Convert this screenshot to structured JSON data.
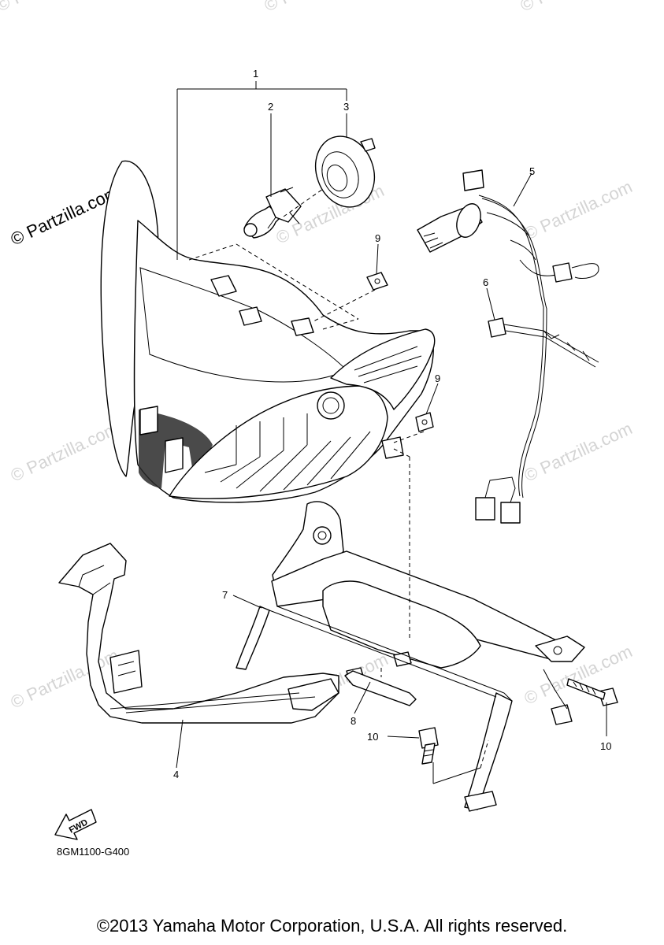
{
  "watermark": {
    "text": "© Partzilla.com"
  },
  "diagram_code": "8GM1100-G400",
  "fwd_label": "FWD",
  "callouts": {
    "c1": "1",
    "c2": "2",
    "c3": "3",
    "c4": "4",
    "c5": "5",
    "c6": "6",
    "c7": "7",
    "c8": "8",
    "c9a": "9",
    "c9b": "9",
    "c10a": "10",
    "c10b": "10"
  },
  "copyright": "©2013 Yamaha Motor Corporation, U.S.A. All rights reserved."
}
